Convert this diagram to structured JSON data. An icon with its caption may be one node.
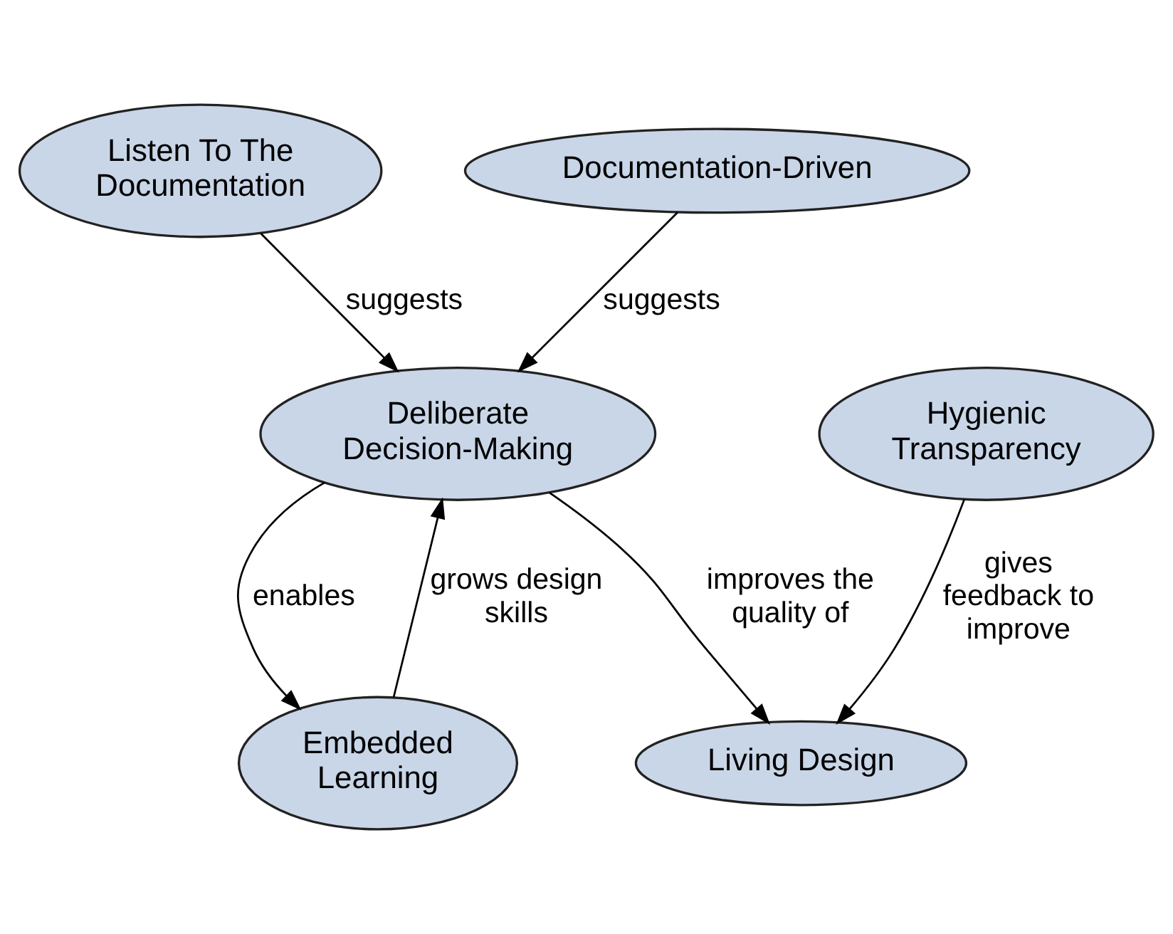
{
  "diagram": {
    "nodes": [
      {
        "text": [
          "Listen To The Documentation"
        ]
      },
      {
        "text": [
          "Documentation-Driven"
        ]
      },
      {
        "text": [
          "Deliberate Decision-Making"
        ]
      },
      {
        "text": [
          "Hygienic Transparency"
        ]
      },
      {
        "text": [
          "Embedded Learning"
        ]
      },
      {
        "text": [
          "Living Design"
        ]
      }
    ],
    "edges": [
      {
        "from": 0,
        "to": 2,
        "arrow": "to",
        "label": "suggests"
      },
      {
        "from": 1,
        "to": 2,
        "arrow": "to",
        "label": "suggests"
      },
      {
        "from": 2,
        "to": 4,
        "arrow": "to",
        "label": "enables"
      },
      {
        "from": 4,
        "to": 2,
        "arrow": "to",
        "label": "grows design skills"
      },
      {
        "from": 2,
        "to": 5,
        "arrow": "to",
        "label": "improves the quality of"
      },
      {
        "from": 3,
        "to": 5,
        "arrow": "to",
        "label": "gives feedback to improve"
      }
    ]
  }
}
